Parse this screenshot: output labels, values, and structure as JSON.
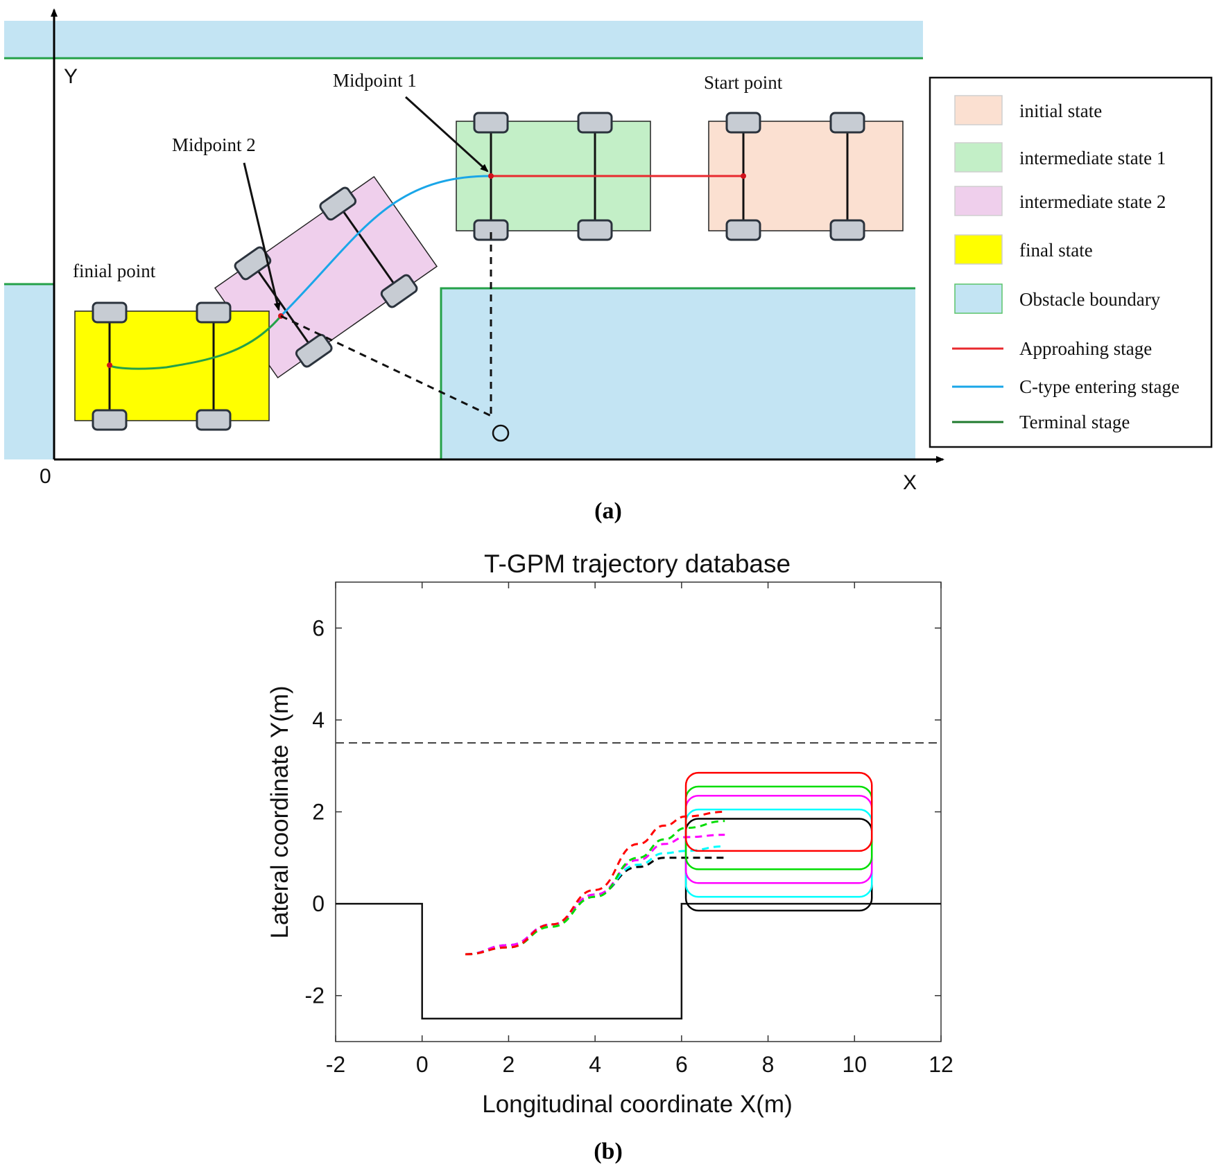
{
  "panel_a": {
    "axes": {
      "origin": "0",
      "x": "X",
      "y": "Y"
    },
    "labels": {
      "start_point": "Start point",
      "midpoint_1": "Midpoint 1",
      "midpoint_2": "Midpoint 2",
      "final_point": "finial point",
      "center": "O"
    },
    "legend": [
      {
        "kind": "box",
        "label": "initial state",
        "color": "#fbe0d1"
      },
      {
        "kind": "box",
        "label": "intermediate state 1",
        "color": "#c3efc7"
      },
      {
        "kind": "box",
        "label": "intermediate state 2",
        "color": "#efcfec"
      },
      {
        "kind": "box",
        "label": "final state",
        "color": "#ffff00"
      },
      {
        "kind": "box",
        "label": "Obstacle boundary",
        "color": "#c3e4f3"
      },
      {
        "kind": "line",
        "label": "Approahing stage",
        "color": "#e8292e"
      },
      {
        "kind": "line",
        "label": "C-type entering stage",
        "color": "#1aa6e8"
      },
      {
        "kind": "line",
        "label": "Terminal stage",
        "color": "#1f7a2e"
      }
    ],
    "caption_letter": "a"
  },
  "panel_b": {
    "caption_letter": "b"
  },
  "chart_data": {
    "type": "line",
    "title": "T-GPM trajectory database",
    "xlabel": "Longitudinal coordinate X(m)",
    "ylabel": "Lateral coordinate Y(m)",
    "xlim": [
      -2,
      12
    ],
    "ylim": [
      -3,
      7
    ],
    "xticks": [
      -2,
      0,
      2,
      4,
      6,
      8,
      10,
      12
    ],
    "yticks": [
      -2,
      0,
      2,
      4,
      6
    ],
    "lane_line_y": 3.5,
    "parking_boundary": {
      "x": [
        -2,
        0,
        0,
        6,
        6,
        12
      ],
      "y": [
        0,
        0,
        -2.5,
        -2.5,
        0,
        0
      ]
    },
    "series": [
      {
        "color": "#000000",
        "loop_y": [
          -0.15,
          1.85
        ],
        "loop_x": [
          6.1,
          10.4
        ],
        "dashed": {
          "x": [
            1,
            2,
            3,
            4,
            5,
            5.6,
            6.1,
            7
          ],
          "y": [
            -1.1,
            -0.9,
            -0.45,
            0.2,
            0.8,
            1.0,
            1.0,
            1.0
          ]
        }
      },
      {
        "color": "#00ffff",
        "loop_y": [
          0.15,
          2.05
        ],
        "loop_x": [
          6.1,
          10.4
        ],
        "dashed": {
          "x": [
            1,
            2,
            3,
            4,
            5,
            5.6,
            6.1,
            7
          ],
          "y": [
            -1.1,
            -0.9,
            -0.45,
            0.2,
            0.85,
            1.1,
            1.15,
            1.25
          ]
        }
      },
      {
        "color": "#ff00ff",
        "loop_y": [
          0.45,
          2.35
        ],
        "loop_x": [
          6.1,
          10.4
        ],
        "dashed": {
          "x": [
            1,
            2,
            3,
            4,
            5,
            5.6,
            6.1,
            7
          ],
          "y": [
            -1.1,
            -0.9,
            -0.45,
            0.2,
            0.95,
            1.3,
            1.45,
            1.5
          ]
        }
      },
      {
        "color": "#00dd00",
        "loop_y": [
          0.75,
          2.55
        ],
        "loop_x": [
          6.1,
          10.4
        ],
        "dashed": {
          "x": [
            1,
            2,
            3,
            4,
            5,
            5.6,
            6.1,
            7
          ],
          "y": [
            -1.1,
            -0.95,
            -0.5,
            0.15,
            1.0,
            1.4,
            1.65,
            1.8
          ]
        }
      },
      {
        "color": "#ff0000",
        "loop_y": [
          1.15,
          2.85
        ],
        "loop_x": [
          6.1,
          10.4
        ],
        "dashed": {
          "x": [
            1,
            2,
            3,
            4,
            5,
            5.6,
            6.1,
            7
          ],
          "y": [
            -1.1,
            -0.95,
            -0.45,
            0.3,
            1.3,
            1.7,
            1.9,
            2.0
          ]
        }
      }
    ]
  }
}
